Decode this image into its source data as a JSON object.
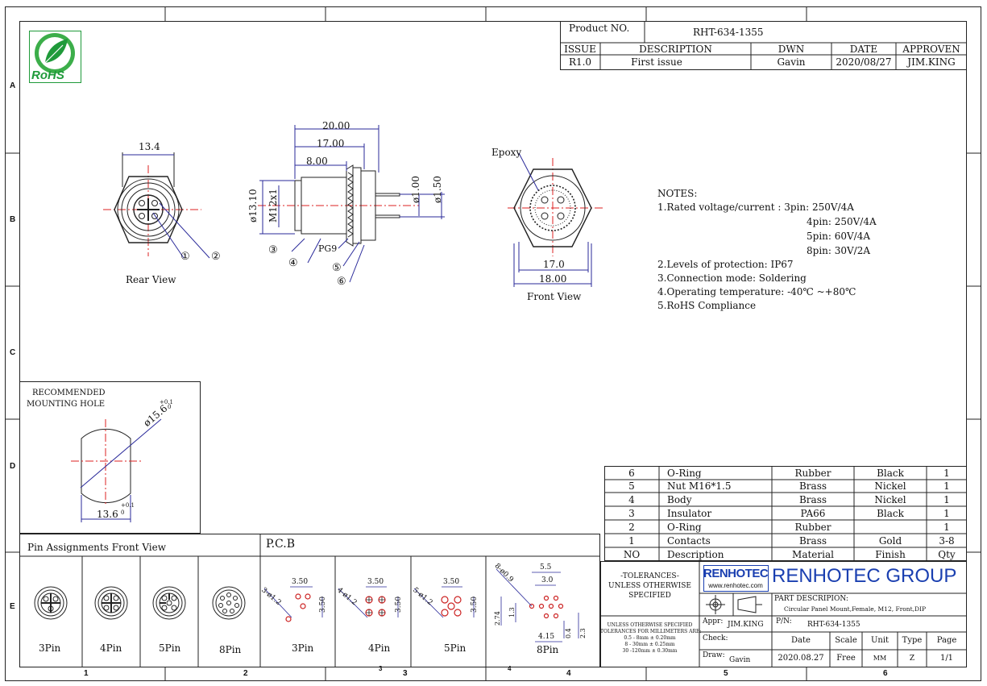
{
  "title_block": {
    "product_no_label": "Product NO.",
    "product_no": "RHT-634-1355",
    "headers": [
      "ISSUE",
      "DESCRIPTION",
      "DWN",
      "DATE",
      "APPROVEN"
    ],
    "row": [
      "R1.0",
      "First issue",
      "Gavin",
      "2020/08/27",
      "JIM.KING"
    ]
  },
  "logo": {
    "text": "RoHS",
    "color": "#1f9a3a"
  },
  "zones": {
    "left": [
      "A",
      "B",
      "C",
      "D",
      "E"
    ],
    "bottom": [
      "1",
      "2",
      "3",
      "3",
      "4",
      "4",
      "5",
      "6"
    ]
  },
  "views": {
    "rear": "Rear View",
    "front": "Front View",
    "epoxy": "Epoxy"
  },
  "dims": {
    "rear_width": "13.4",
    "len_20": "20.00",
    "len_17": "17.00",
    "len_8": "8.00",
    "dia_13": "ø13.10",
    "thread": "M12x1",
    "pin_1": "ø1.00",
    "pin_15": "ø1.50",
    "pg9": "PG9",
    "front_17": "17.0",
    "front_18": "18.00",
    "callouts": [
      "①",
      "②",
      "③",
      "④",
      "⑤",
      "⑥"
    ]
  },
  "notes": {
    "title": "NOTES:",
    "lines": [
      "1.Rated voltage/current : 3pin: 250V/4A",
      "4pin: 250V/4A",
      "5pin: 60V/4A",
      "8pin: 30V/2A",
      "2.Levels of protection: IP67",
      "3.Connection mode: Soldering",
      "4.Operating temperature: -40℃ ~+80℃",
      "5.RoHS Compliance"
    ]
  },
  "mounting": {
    "title_1": "RECOMMENDED",
    "title_2": "MOUNTING HOLE",
    "dia": "ø15.6",
    "dia_tol_up": "+0.1",
    "dia_tol_down": "0",
    "width": "13.6",
    "width_tol_up": "+0.1",
    "width_tol_down": "0"
  },
  "pins": {
    "title": "Pin Assignments Front View",
    "labels": [
      "3Pin",
      "4Pin",
      "5Pin",
      "8Pin"
    ]
  },
  "pcb": {
    "title": "P.C.B",
    "labels": [
      "3Pin",
      "4Pin",
      "5Pin",
      "8Pin"
    ],
    "dim_350": "3.50",
    "dim_3_12": "3-ø1.2",
    "dim_4_12": "4-ø1.2",
    "dim_5_12": "5-ø1.2",
    "dim_8_09": "8-ø0.9",
    "dim_55": "5.5",
    "dim_30": "3.0",
    "dim_274": "2.74",
    "dim_13": "1.3",
    "dim_04": "0.4",
    "dim_23": "2.3",
    "dim_415": "4.15"
  },
  "bom": {
    "rows": [
      [
        "6",
        "O-Ring",
        "Rubber",
        "Black",
        "1"
      ],
      [
        "5",
        "Nut M16*1.5",
        "Brass",
        "Nickel",
        "1"
      ],
      [
        "4",
        "Body",
        "Brass",
        "Nickel",
        "1"
      ],
      [
        "3",
        "Insulator",
        "PA66",
        "Black",
        "1"
      ],
      [
        "2",
        "O-Ring",
        "Rubber",
        "",
        "1"
      ],
      [
        "1",
        "Contacts",
        "Brass",
        "Gold",
        "3-8"
      ]
    ],
    "header": [
      "NO",
      "Description",
      "Material",
      "Finish",
      "Qty"
    ]
  },
  "company": {
    "tol_1": "-TOLERANCES-",
    "tol_2": "UNLESS OTHERWISE",
    "tol_3": "SPECIFIED",
    "small_1": "UNLESS OTHERWISE SPECIFIED",
    "small_2": "TOLERANCES FOR MILLIMETERS ARE:",
    "small_3": "0.5 - 8mm ± 0.20mm",
    "small_4": "8 - 30mm ± 0.25mm",
    "small_5": "30 -120mm ± 0.30mm",
    "brand": "RENHOTEC",
    "url": "www.renhotec.com",
    "group": "RENHOTEC GROUP",
    "brand_color": "#1a3fb0",
    "part_desc_label": "PART DESCRIPION:",
    "part_desc": "Circular Panel Mount,Female, M12, Front,DIP",
    "appr_label": "Appr:",
    "appr": "JIM.KING",
    "pn_label": "P/N:",
    "pn": "RHT-634-1355",
    "check_label": "Check:",
    "draw_label": "Draw:",
    "draw": "Gavin",
    "col_heads": [
      "Date",
      "Scale",
      "Unit",
      "Type",
      "Page"
    ],
    "col_vals": [
      "2020.08.27",
      "Free",
      "MM",
      "Z",
      "1/1"
    ]
  }
}
